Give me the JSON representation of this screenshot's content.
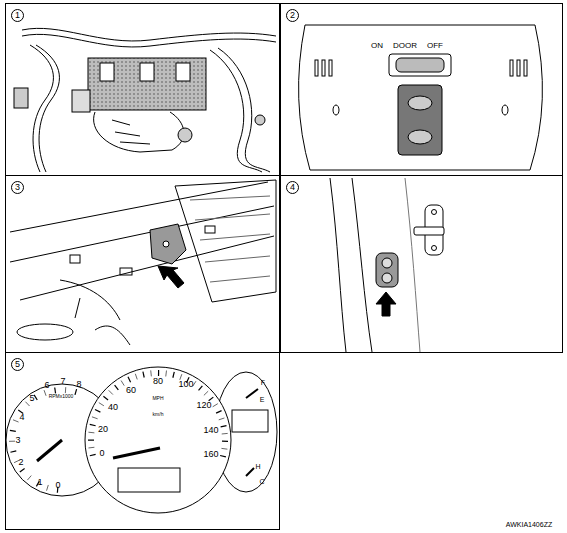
{
  "diagram": {
    "nodes": [
      {
        "text": [
          "1"
        ]
      },
      {
        "text": [
          "2"
        ]
      },
      {
        "text": [
          "3"
        ]
      },
      {
        "text": [
          "4"
        ]
      },
      {
        "text": [
          "5"
        ]
      }
    ],
    "labels": [
      "ON",
      "DOOR",
      "OFF",
      "8",
      "7",
      "6",
      "RPMx1000",
      "5",
      "4",
      "3",
      "2",
      "1",
      "0",
      "0",
      "20",
      "40",
      "60",
      "80",
      "100",
      "120",
      "140",
      "160",
      "MPH",
      "km/h",
      "F",
      "E",
      "H",
      "C",
      "AWKIA1406ZZ"
    ]
  }
}
